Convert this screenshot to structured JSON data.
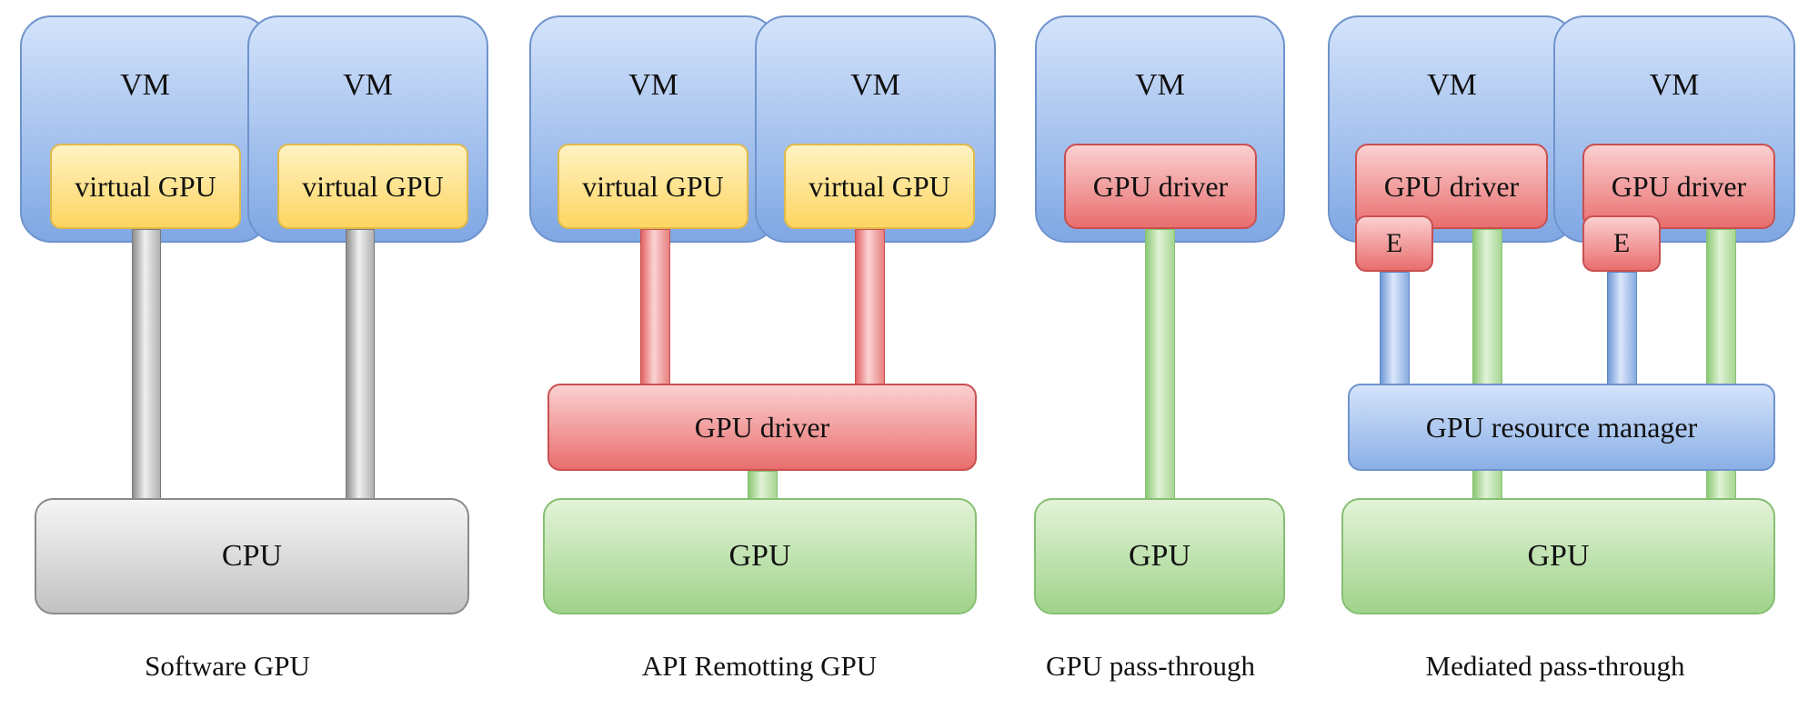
{
  "labels": {
    "vm": "VM",
    "virtual_gpu": "virtual GPU",
    "gpu_driver": "GPU driver",
    "cpu": "CPU",
    "gpu": "GPU",
    "emulation": "E",
    "gpu_resource_manager": "GPU resource manager"
  },
  "captions": {
    "software_gpu": "Software GPU",
    "api_remotting_gpu": "API Remotting GPU",
    "gpu_pass_through": "GPU pass-through",
    "mediated_pass_through": "Mediated pass-through"
  },
  "colors": {
    "vm_blue": "#7fa7e3",
    "virtual_gpu_yellow": "#ffd561",
    "driver_red": "#e96e6e",
    "cpu_gray": "#c2c2c2",
    "gpu_green": "#9fd38a"
  }
}
